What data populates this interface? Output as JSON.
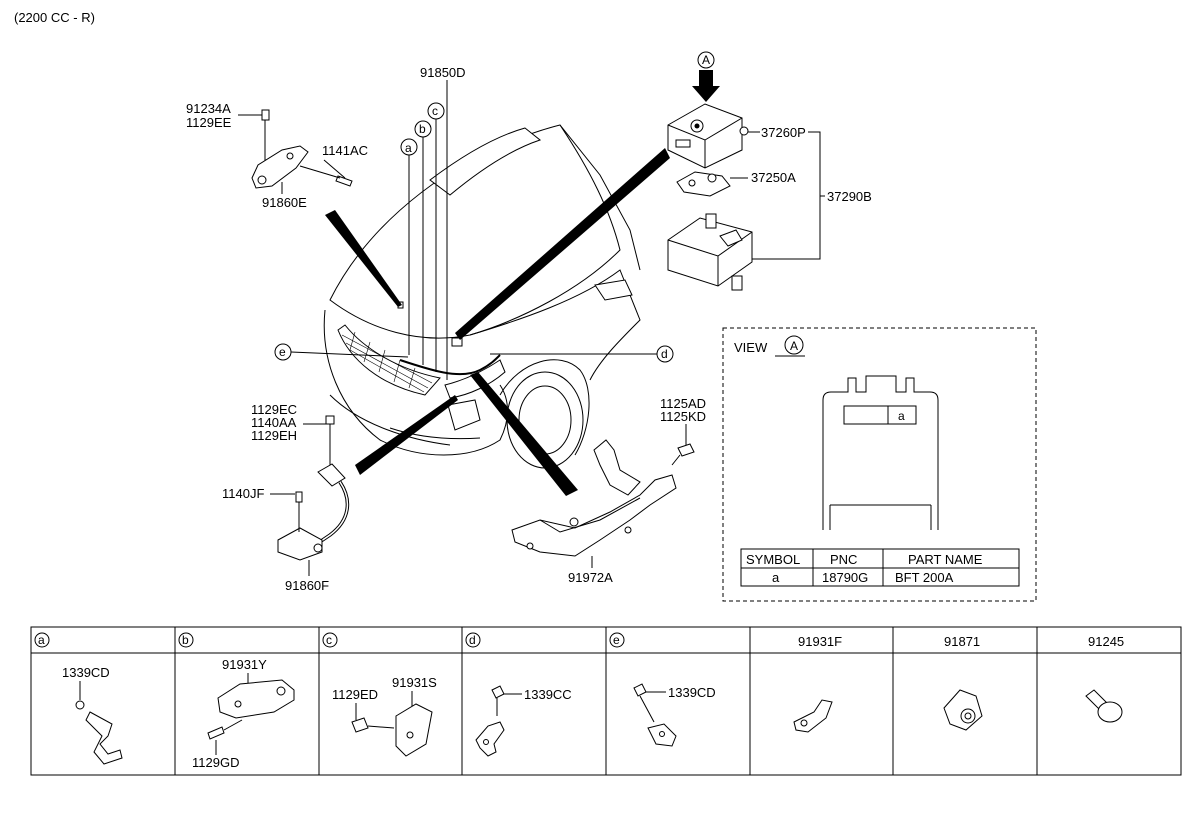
{
  "header": {
    "engine_note": "(2200 CC - R)"
  },
  "view": {
    "title": "VIEW",
    "circle_letter": "A",
    "box_label": "a",
    "table": {
      "headers": [
        "SYMBOL",
        "PNC",
        "PART NAME"
      ],
      "rows": [
        [
          "a",
          "18790G",
          "BFT 200A"
        ]
      ]
    }
  },
  "arrow_A": "A",
  "main_labels": {
    "p91234A": "91234A",
    "p1129EE": "1129EE",
    "p1141AC": "1141AC",
    "p91860E": "91860E",
    "p91850D": "91850D",
    "p37260P": "37260P",
    "p37250A": "37250A",
    "p37290B": "37290B",
    "p1129EC": "1129EC",
    "p1140AA": "1140AA",
    "p1129EH": "1129EH",
    "p1140JF": "1140JF",
    "p91860F": "91860F",
    "p1125AD": "1125AD",
    "p1125KD": "1125KD",
    "p91972A": "91972A"
  },
  "callouts": {
    "a": "a",
    "b": "b",
    "c": "c",
    "d": "d",
    "e": "e"
  },
  "bottom_table": {
    "headers": [
      "a",
      "b",
      "c",
      "d",
      "e",
      "91931F",
      "91871",
      "91245"
    ],
    "cells": {
      "a_1": "1339CD",
      "b_1": "91931Y",
      "b_2": "1129GD",
      "c_1": "1129ED",
      "c_2": "91931S",
      "d_1": "1339CC",
      "e_1": "1339CD"
    }
  }
}
